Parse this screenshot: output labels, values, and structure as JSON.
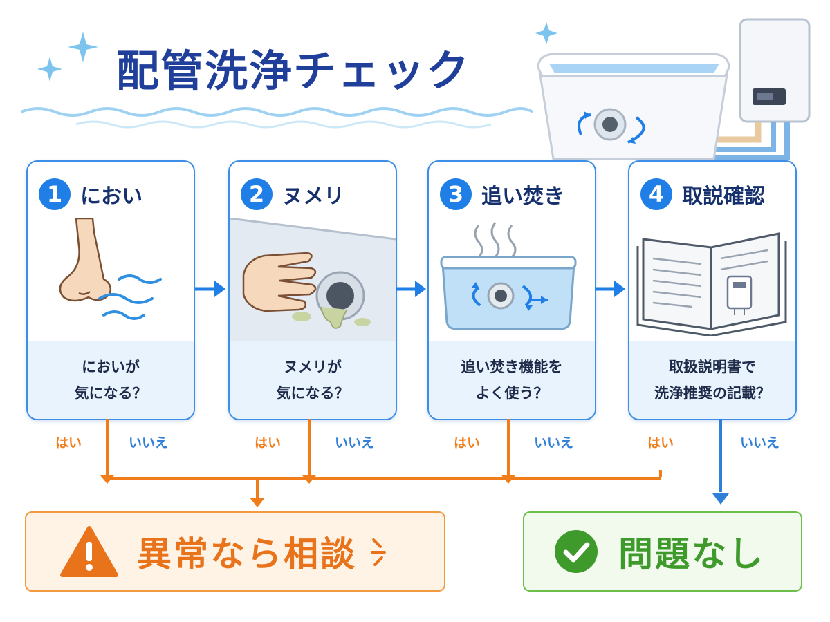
{
  "title": "配管洗浄チェック",
  "steps": [
    {
      "number": "1",
      "title": "におい",
      "question_lines": [
        "においが",
        "気になる？"
      ]
    },
    {
      "number": "2",
      "title": "ヌメリ",
      "question_lines": [
        "ヌメリが",
        "気になる？"
      ]
    },
    {
      "number": "3",
      "title": "追い焚き",
      "question_lines": [
        "追い焚き機能を",
        "よく使う？"
      ]
    },
    {
      "number": "4",
      "title": "取説確認",
      "question_lines": [
        "取扱説明書で",
        "洗浄推奨の記載？"
      ]
    }
  ],
  "answers": {
    "yes": "はい",
    "no": "いいえ"
  },
  "results": {
    "warning": "異常なら相談",
    "ok": "問題なし"
  },
  "colors": {
    "primary": "#1f7fe6",
    "title": "#1f3f9a",
    "yes_flow": "#f07d1a",
    "no_flow": "#2f7fd9",
    "warning": "#e8731a",
    "ok": "#3f9a2c"
  },
  "icons": [
    "sparkle-icon",
    "nose-icon",
    "hand-icon",
    "pipe-port-icon",
    "steam-icon",
    "circulation-arrows-icon",
    "manual-book-icon",
    "warning-icon",
    "check-icon",
    "alert-lines-icon"
  ]
}
